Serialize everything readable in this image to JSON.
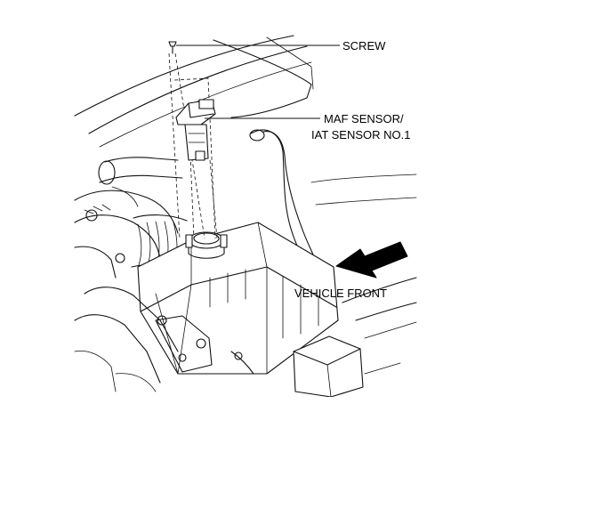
{
  "labels": {
    "screw": "SCREW",
    "maf_line1": "MAF SENSOR/",
    "maf_line2": "IAT SENSOR NO.1",
    "vehicle_front": "VEHICLE FRONT"
  }
}
